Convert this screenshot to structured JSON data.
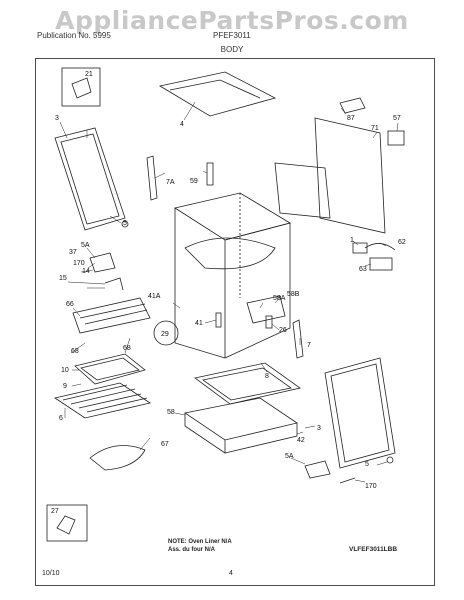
{
  "watermark": "AppliancePartsPros.com",
  "header": {
    "left_text": "Publication No. 5995",
    "model_text": "PFEF3011",
    "section_title": "BODY"
  },
  "callouts": {
    "c21": "21",
    "c4": "4",
    "c87": "87",
    "c3a": "3",
    "c71": "71",
    "c57": "57",
    "c7a": "7A",
    "c59": "59",
    "c5a": "5",
    "c37": "37",
    "c5A1": "5A",
    "c170a": "170",
    "c15": "15",
    "c14": "14",
    "c1": "1",
    "c62": "62",
    "c63": "63",
    "c66": "66",
    "c41a": "41A",
    "c58a": "58A",
    "c58b": "58B",
    "c41": "41",
    "c26": "26",
    "c7": "7",
    "c68a": "68",
    "c68b": "68",
    "c29": "29",
    "c10": "10",
    "c9": "9",
    "c8": "8",
    "c6": "6",
    "c58": "58",
    "c3b": "3",
    "c42": "42",
    "c5A2": "5A",
    "c5b": "5",
    "c170b": "170",
    "c67": "67",
    "c27": "27"
  },
  "note": {
    "line1": "NOTE: Oven Liner N/A",
    "line2": "Ass. du four N/A"
  },
  "diagram_code": "VLFEF3011LBB",
  "footer": {
    "date": "10/10",
    "page": "4"
  }
}
